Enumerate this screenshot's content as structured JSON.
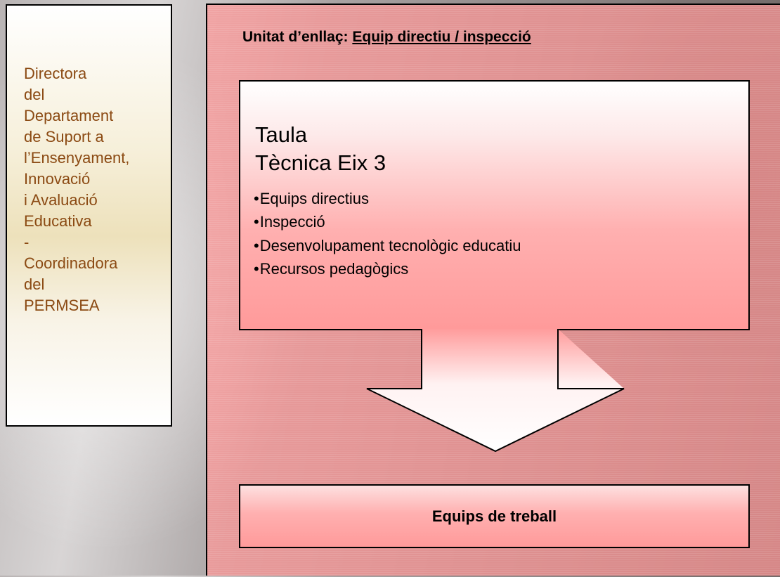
{
  "left_box": {
    "text": "Directora\ndel\nDepartament\nde Suport a\nl’Ensenyament,\nInnovació\ni Avaluació\nEducativa\n-\nCoordinadora\ndel\nPERMSEA"
  },
  "panel": {
    "unit_prefix": "Unitat d’enllaç: ",
    "unit_name": "Equip directiu / inspecció",
    "table_title_line1": "Taula",
    "table_title_line2": "Tècnica Eix 3",
    "bullet": "•",
    "items": [
      "Equips directius",
      "Inspecció",
      "Desenvolupament tecnològic educatiu",
      "Recursos pedagògics"
    ],
    "work_label": "Equips de treball"
  }
}
